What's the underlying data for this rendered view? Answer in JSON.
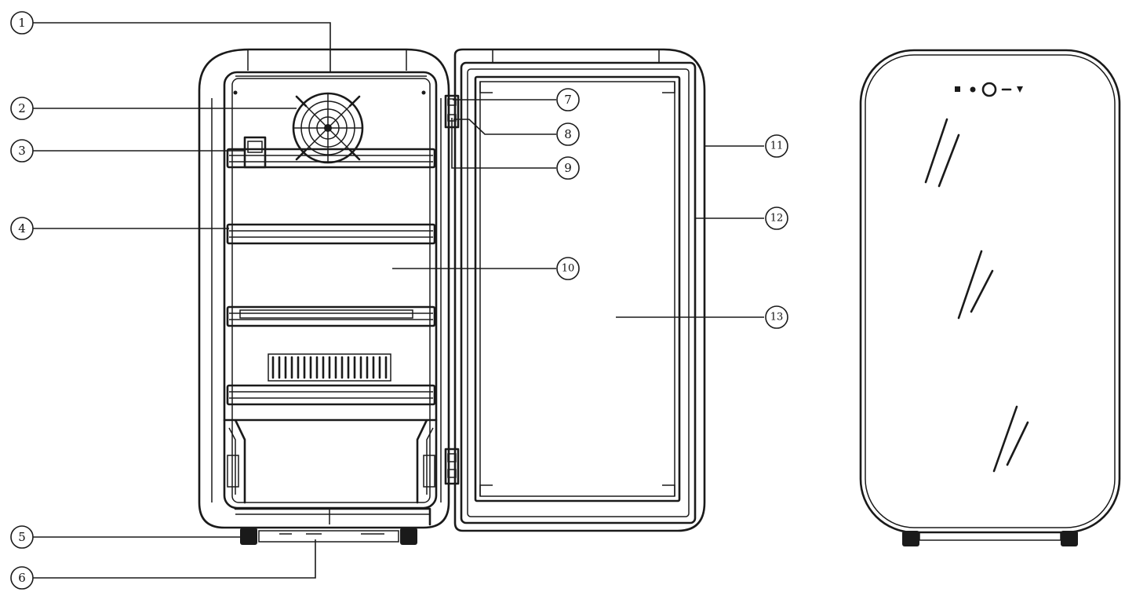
{
  "callouts": [
    {
      "id": "1",
      "label": "1"
    },
    {
      "id": "2",
      "label": "2"
    },
    {
      "id": "3",
      "label": "3"
    },
    {
      "id": "4",
      "label": "4"
    },
    {
      "id": "5",
      "label": "5"
    },
    {
      "id": "6",
      "label": "6"
    },
    {
      "id": "7",
      "label": "7"
    },
    {
      "id": "8",
      "label": "8"
    },
    {
      "id": "9",
      "label": "9"
    },
    {
      "id": "10",
      "label": "10"
    },
    {
      "id": "11",
      "label": "11"
    },
    {
      "id": "12",
      "label": "12"
    },
    {
      "id": "13",
      "label": "13"
    }
  ],
  "colors": {
    "stroke": "#1a1a1a",
    "background": "#ffffff"
  }
}
